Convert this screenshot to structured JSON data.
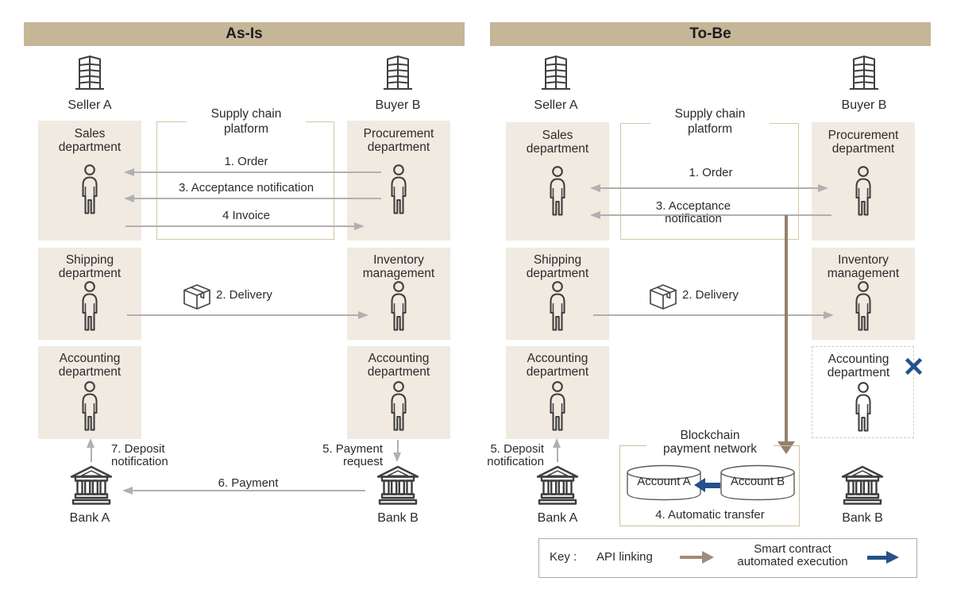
{
  "asis": {
    "header": "As-Is",
    "seller": "Seller A",
    "buyer": "Buyer B",
    "platform": {
      "line1": "Supply chain",
      "line2": "platform"
    },
    "sales": {
      "line1": "Sales",
      "line2": "department"
    },
    "procurement": {
      "line1": "Procurement",
      "line2": "department"
    },
    "shipping": {
      "line1": "Shipping",
      "line2": "department"
    },
    "inventory": {
      "line1": "Inventory",
      "line2": "management"
    },
    "accounting_seller": {
      "line1": "Accounting",
      "line2": "department"
    },
    "accounting_buyer": {
      "line1": "Accounting",
      "line2": "department"
    },
    "flow_order": "1. Order",
    "flow_acceptance": "3. Acceptance notification",
    "flow_invoice": "4 Invoice",
    "flow_delivery": "2. Delivery",
    "flow_deposit": {
      "line1": "7. Deposit",
      "line2": "notification"
    },
    "flow_payment_request": {
      "line1": "5. Payment",
      "line2": "request"
    },
    "flow_payment": "6. Payment",
    "bank_a": "Bank A",
    "bank_b": "Bank B"
  },
  "tobe": {
    "header": "To-Be",
    "seller": "Seller A",
    "buyer": "Buyer B",
    "platform": {
      "line1": "Supply chain",
      "line2": "platform"
    },
    "sales": {
      "line1": "Sales",
      "line2": "department"
    },
    "procurement": {
      "line1": "Procurement",
      "line2": "department"
    },
    "shipping": {
      "line1": "Shipping",
      "line2": "department"
    },
    "inventory": {
      "line1": "Inventory",
      "line2": "management"
    },
    "accounting_seller": {
      "line1": "Accounting",
      "line2": "department"
    },
    "accounting_removed": {
      "line1": "Accounting",
      "line2": "department"
    },
    "flow_order": "1. Order",
    "flow_acceptance": "3. Acceptance notification",
    "flow_delivery": "2. Delivery",
    "flow_deposit": {
      "line1": "5. Deposit",
      "line2": "notification"
    },
    "blockchain": {
      "title1": "Blockchain",
      "title2": "payment network",
      "account_a": "Account A",
      "account_b": "Account B",
      "transfer": "4. Automatic transfer"
    },
    "bank_a": "Bank A",
    "bank_b": "Bank B"
  },
  "key": {
    "label": "Key :",
    "api": "API linking",
    "smart1": "Smart contract",
    "smart2": "automated execution"
  },
  "colors": {
    "panel_header_bg": "#c6b698",
    "department_bg": "#f0eae1",
    "flow_gray": "#b0b0b0",
    "api_link_brown": "#94816a",
    "smart_contract_blue": "#26518c",
    "removed_x_blue": "#26518c",
    "text": "#2b2b2b"
  }
}
